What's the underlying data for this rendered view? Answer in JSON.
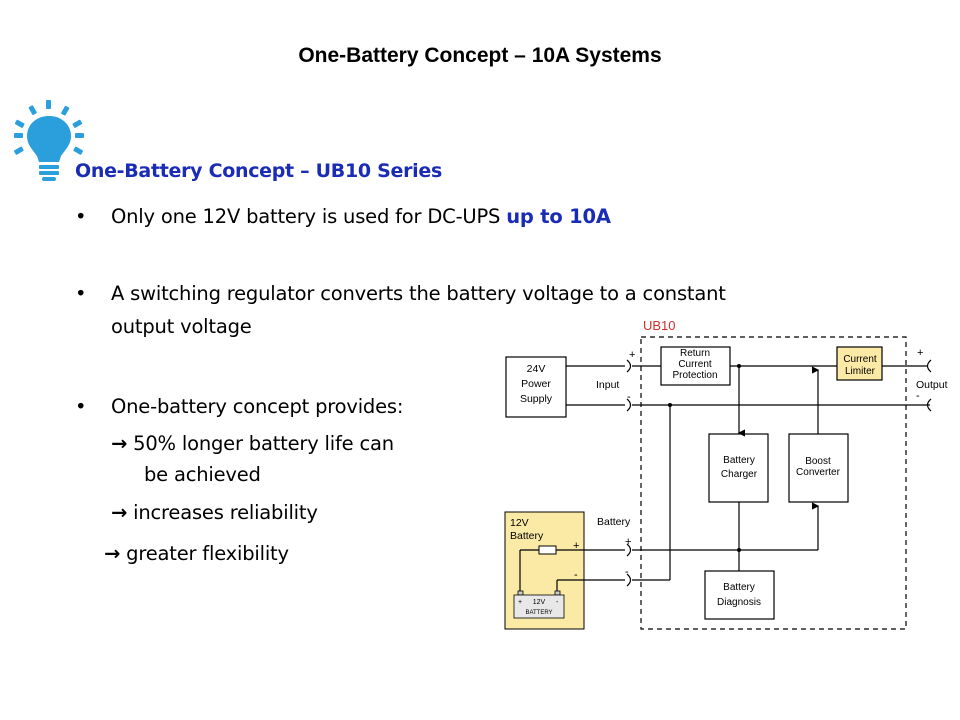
{
  "slide": {
    "title": "One-Battery Concept – 10A Systems",
    "icon": "lightbulb-icon",
    "subheading": "One-Battery Concept – UB10 Series",
    "bullets": [
      {
        "text": "Only one 12V battery is used for DC-UPS ",
        "emphasis": "up to 10A"
      },
      {
        "line1": "A switching regulator converts the battery voltage to a constant",
        "line2": "output voltage"
      },
      {
        "text": "One-battery concept provides:"
      }
    ],
    "benefits": [
      {
        "arrow": "→",
        "line1": "50% longer battery life can",
        "line2": "be achieved"
      },
      {
        "arrow": "→",
        "text": "increases reliability"
      },
      {
        "arrow": "→",
        "text": "greater flexibility"
      }
    ],
    "colors": {
      "accent": "#1a2bb5",
      "icon": "#2a9fdc",
      "ub10_label": "#d32f2f",
      "yellow_box": "#fbeaa5"
    }
  },
  "diagram": {
    "module_label": "UB10",
    "power_supply": [
      "24V",
      "Power",
      "Supply"
    ],
    "input_label": "Input",
    "output_label": "Output",
    "battery_label": "Battery",
    "plus": "+",
    "minus": "-",
    "return_current": [
      "Return",
      "Current",
      "Protection"
    ],
    "current_limiter": [
      "Current",
      "Limiter"
    ],
    "battery_charger": [
      "Battery",
      "Charger"
    ],
    "boost_converter": [
      "Boost",
      "Converter"
    ],
    "battery_diagnosis": [
      "Battery",
      "Diagnosis"
    ],
    "battery_box": [
      "12V",
      "Battery"
    ],
    "battery_cell": {
      "plus": "+",
      "voltage": "12V",
      "minus": "-",
      "label": "BATTERY"
    }
  }
}
